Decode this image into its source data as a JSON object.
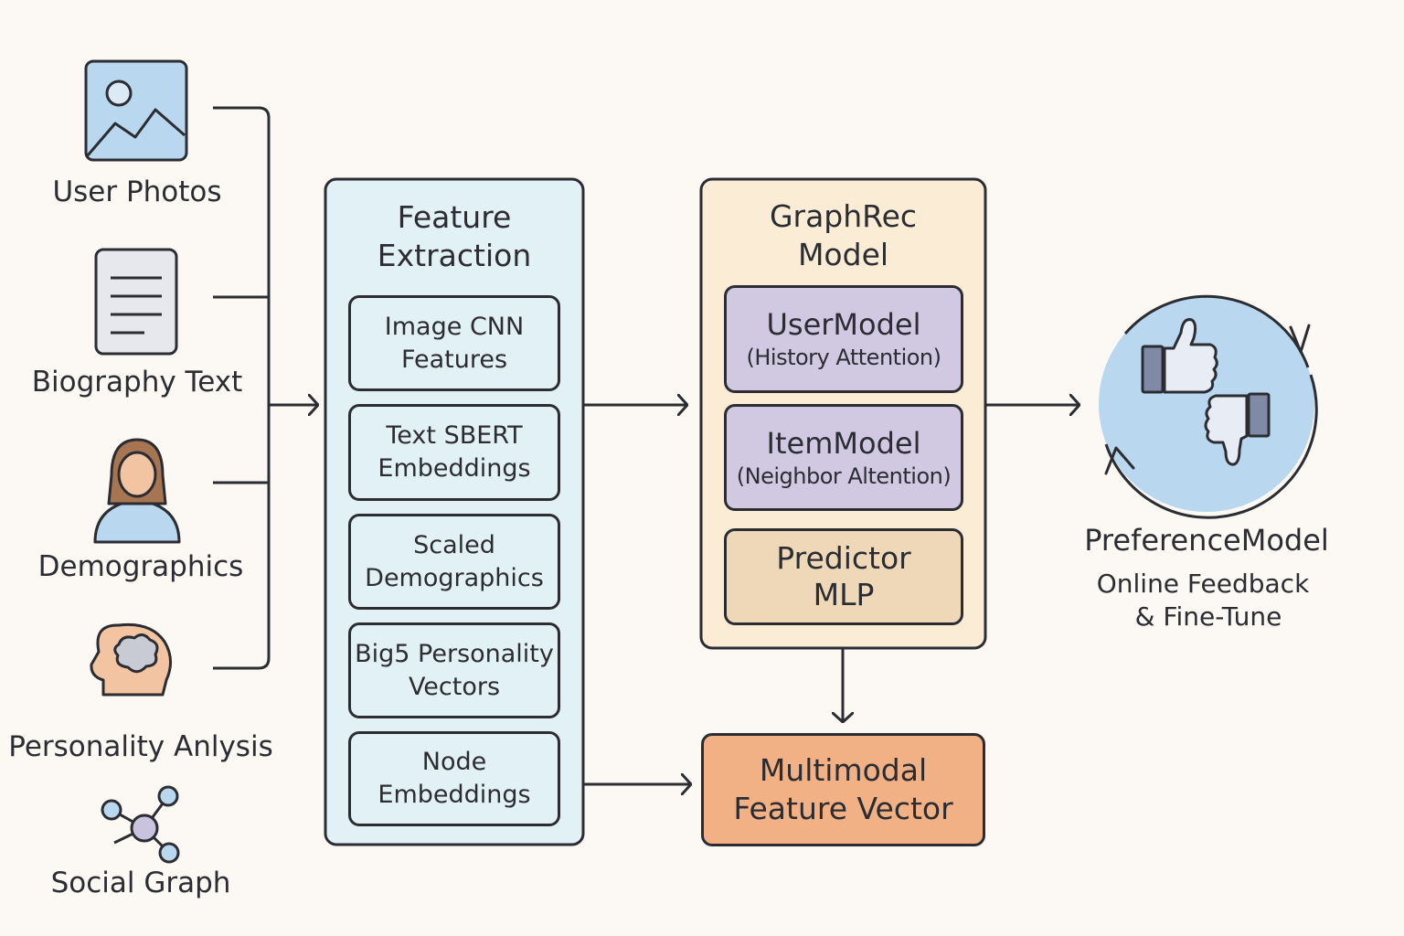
{
  "sources": [
    {
      "label": "User Photos",
      "icon": "image-icon"
    },
    {
      "label": "Biography Text",
      "icon": "document-icon"
    },
    {
      "label": "Demographics",
      "icon": "person-icon"
    },
    {
      "label": "Personality Anlysis",
      "icon": "head-brain-icon"
    },
    {
      "label": "Social Graph",
      "icon": "network-graph-icon"
    }
  ],
  "feature_extraction": {
    "title": "Feature\nExtraction",
    "items": [
      {
        "line1": "Image CNN",
        "line2": "Features"
      },
      {
        "line1": "Text SBERT",
        "line2": "Embeddings"
      },
      {
        "line1": "Scaled",
        "line2": "Demographics"
      },
      {
        "line1": "Big5 Personality",
        "line2": "Vectors"
      },
      {
        "line1": "Node",
        "line2": "Embeddings"
      }
    ]
  },
  "graphrec": {
    "title": "GraphRec\nModel",
    "user_model": {
      "name": "UserModel",
      "detail": "(History Attention)"
    },
    "item_model": {
      "name": "ItemModel",
      "detail": "(Neighbor Altention)"
    },
    "predictor": "Predictor\nMLP"
  },
  "multimodal": "Multimodal\nFeature Vector",
  "preference": {
    "title": "PreferenceModel",
    "line1": "Online Feedback",
    "line2": "& Fine-Tune",
    "icons": [
      "thumbs-up-icon",
      "thumbs-down-icon",
      "cycle-arrows-icon"
    ]
  },
  "colors": {
    "stroke": "#2b2d33",
    "background": "#fcf9f4",
    "feature_panel": "#e2f1f6",
    "graphrec_panel": "#fbecd6",
    "model_box": "#d1c8e2",
    "predictor_box": "#eed8b8",
    "multimodal_box": "#f2b085",
    "preference_circle": "#b9d7ee"
  }
}
